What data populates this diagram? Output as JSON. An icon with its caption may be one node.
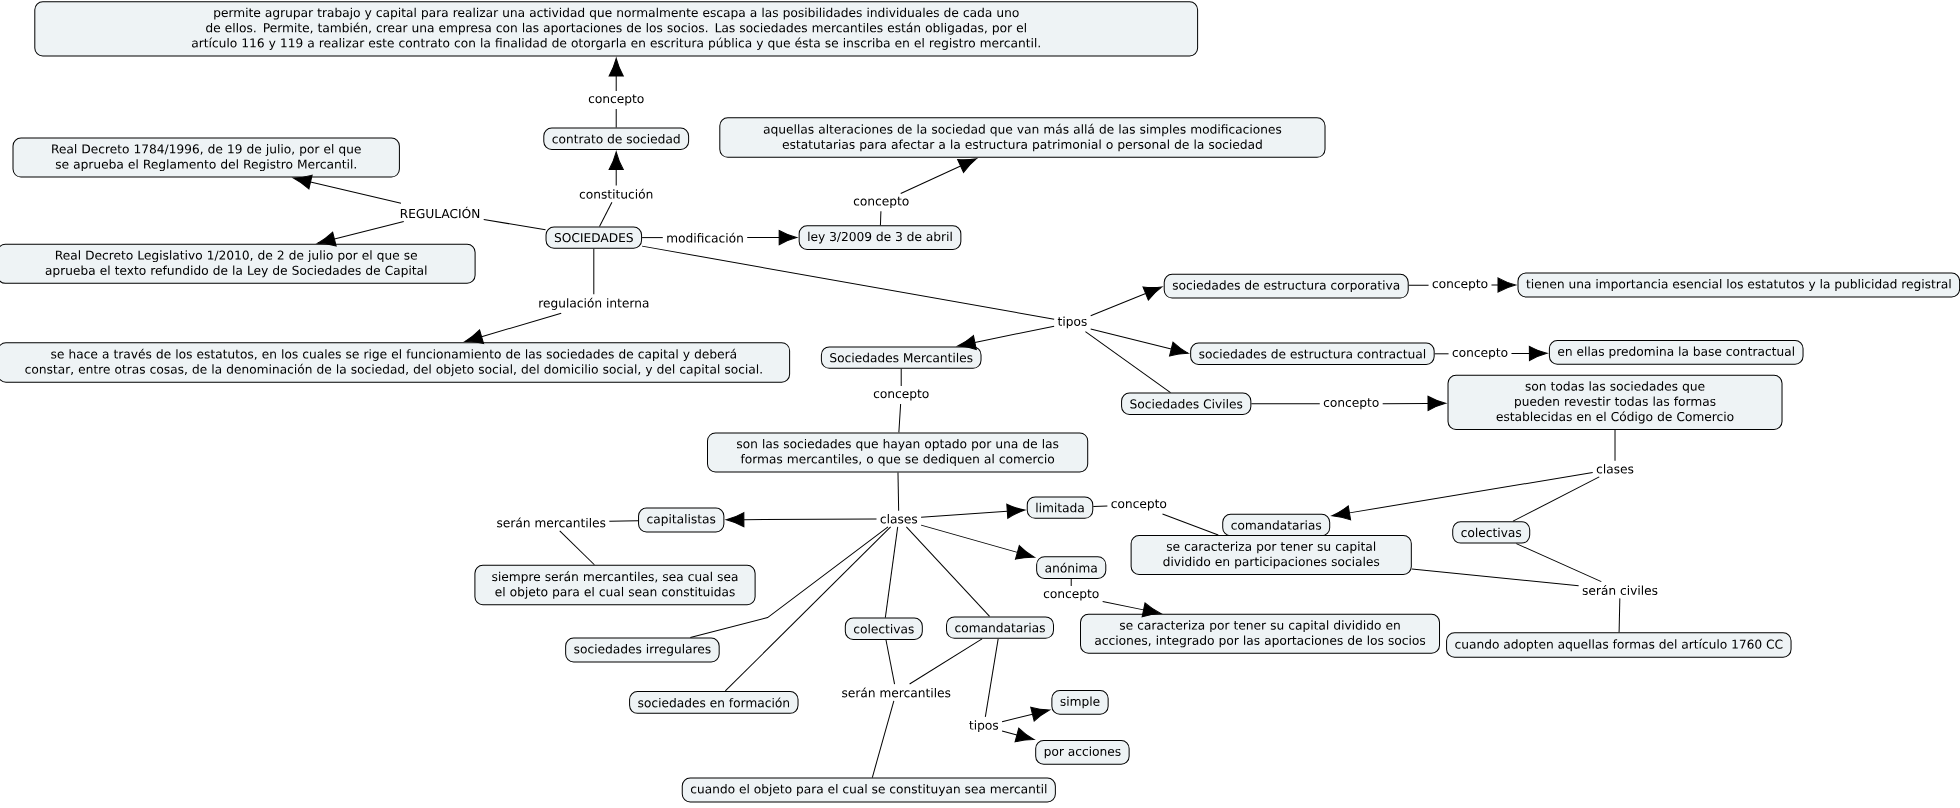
{
  "diagram": {
    "nodes": [
      {
        "text": [
          "permite agrupar trabajo y capital para realizar una actividad que normalmente escapa a las posibilidades individuales de cada uno de ellos. Permite, también, crear una empresa con las aportaciones de los socios. Las sociedades mercantiles están obligadas, por el artículo 116 y 119 a realizar este contrato con la finalidad de otorgarla en escritura pública y que ésta se inscriba en el registro mercantil."
        ]
      },
      {
        "text": [
          "concepto"
        ]
      },
      {
        "text": [
          "contrato de sociedad"
        ]
      },
      {
        "text": [
          "constitución"
        ]
      },
      {
        "text": [
          "SOCIEDADES"
        ]
      },
      {
        "text": [
          "REGULACIÓN"
        ]
      },
      {
        "text": [
          "Real Decreto 1784/1996, de 19 de julio, por el que se aprueba el Reglamento del Registro Mercantil."
        ]
      },
      {
        "text": [
          "Real Decreto Legislativo 1/2010, de 2 de julio por el que se aprueba el texto refundido de la Ley de Sociedades de Capital"
        ]
      },
      {
        "text": [
          "modificación"
        ]
      },
      {
        "text": [
          "ley 3/2009 de 3 de abril"
        ]
      },
      {
        "text": [
          "concepto"
        ]
      },
      {
        "text": [
          "aquellas alteraciones de la sociedad que van más allá de las simples modificaciones estatutarias para afectar a la estructura patrimonial o personal de la sociedad"
        ]
      },
      {
        "text": [
          "regulación interna"
        ]
      },
      {
        "text": [
          "se hace a través de los estatutos, en los cuales se rige el funcionamiento de las sociedades de capital y deberá constar, entre otras cosas, de la denominación de la sociedad, del objeto social, del domicilio social, y del capital social."
        ]
      },
      {
        "text": [
          "tipos"
        ]
      },
      {
        "text": [
          "sociedades de estructura corporativa"
        ]
      },
      {
        "text": [
          "concepto"
        ]
      },
      {
        "text": [
          "tienen una importancia esencial los estatutos y la publicidad registral"
        ]
      },
      {
        "text": [
          "sociedades de estructura contractual"
        ]
      },
      {
        "text": [
          "concepto"
        ]
      },
      {
        "text": [
          "en ellas predomina la base contractual"
        ]
      },
      {
        "text": [
          "Sociedades Mercantiles"
        ]
      },
      {
        "text": [
          "concepto"
        ]
      },
      {
        "text": [
          "son las sociedades que hayan optado por una de las formas mercantiles, o que se dediquen al comercio"
        ]
      },
      {
        "text": [
          "Sociedades Civiles"
        ]
      },
      {
        "text": [
          "concepto"
        ]
      },
      {
        "text": [
          "son todas las sociedades que pueden revestir todas las formas establecidas en el Código de Comercio"
        ]
      },
      {
        "text": [
          "clases"
        ]
      },
      {
        "text": [
          "comandatarias"
        ]
      },
      {
        "text": [
          "colectivas"
        ]
      },
      {
        "text": [
          "serán civiles"
        ]
      },
      {
        "text": [
          "cuando adopten aquellas formas del artículo 1760 CC"
        ]
      },
      {
        "text": [
          "se caracteriza por tener su capital dividido en participaciones sociales"
        ]
      },
      {
        "text": [
          "clases"
        ]
      },
      {
        "text": [
          "capitalistas"
        ]
      },
      {
        "text": [
          "serán mercantiles"
        ]
      },
      {
        "text": [
          "siempre serán mercantiles, sea cual sea el objeto para el cual sean constituidas"
        ]
      },
      {
        "text": [
          "sociedades irregulares"
        ]
      },
      {
        "text": [
          "sociedades en formación"
        ]
      },
      {
        "text": [
          "colectivas"
        ]
      },
      {
        "text": [
          "comandatarias"
        ]
      },
      {
        "text": [
          "serán mercantiles"
        ]
      },
      {
        "text": [
          "cuando el objeto para el cual se constituyan sea mercantil"
        ]
      },
      {
        "text": [
          "tipos"
        ]
      },
      {
        "text": [
          "simple"
        ]
      },
      {
        "text": [
          "por acciones"
        ]
      },
      {
        "text": [
          "limitada"
        ]
      },
      {
        "text": [
          "concepto"
        ]
      },
      {
        "text": [
          "anónima"
        ]
      },
      {
        "text": [
          "concepto"
        ]
      },
      {
        "text": [
          "se caracteriza por tener su capital dividido en acciones, integrado por las aportaciones de los socios"
        ]
      }
    ],
    "edges": [
      {
        "from": 4,
        "to": 3,
        "arrow": "none"
      },
      {
        "from": 3,
        "to": 2,
        "arrow": "to"
      },
      {
        "from": 2,
        "to": 1,
        "arrow": "none"
      },
      {
        "from": 1,
        "to": 0,
        "arrow": "to"
      },
      {
        "from": 4,
        "to": 5,
        "arrow": "none"
      },
      {
        "from": 5,
        "to": 6,
        "arrow": "to"
      },
      {
        "from": 5,
        "to": 7,
        "arrow": "to"
      },
      {
        "from": 4,
        "to": 8,
        "arrow": "none"
      },
      {
        "from": 8,
        "to": 9,
        "arrow": "to"
      },
      {
        "from": 9,
        "to": 10,
        "arrow": "none"
      },
      {
        "from": 10,
        "to": 11,
        "arrow": "to"
      },
      {
        "from": 4,
        "to": 12,
        "arrow": "none"
      },
      {
        "from": 12,
        "to": 13,
        "arrow": "to"
      },
      {
        "from": 4,
        "to": 14,
        "arrow": "none"
      },
      {
        "from": 14,
        "to": 15,
        "arrow": "to"
      },
      {
        "from": 14,
        "to": 18,
        "arrow": "to"
      },
      {
        "from": 14,
        "to": 21,
        "arrow": "to"
      },
      {
        "from": 14,
        "to": 24,
        "arrow": "none"
      },
      {
        "from": 15,
        "to": 16,
        "arrow": "none"
      },
      {
        "from": 16,
        "to": 17,
        "arrow": "to"
      },
      {
        "from": 18,
        "to": 19,
        "arrow": "none"
      },
      {
        "from": 19,
        "to": 20,
        "arrow": "to"
      },
      {
        "from": 24,
        "to": 25,
        "arrow": "none"
      },
      {
        "from": 25,
        "to": 26,
        "arrow": "to"
      },
      {
        "from": 26,
        "to": 27,
        "arrow": "none"
      },
      {
        "from": 27,
        "to": 28,
        "arrow": "to"
      },
      {
        "from": 27,
        "to": 29,
        "arrow": "none"
      },
      {
        "from": 29,
        "to": 30,
        "arrow": "none"
      },
      {
        "from": 32,
        "to": 30,
        "arrow": "none"
      },
      {
        "from": 30,
        "to": 31,
        "arrow": "none"
      },
      {
        "from": 21,
        "to": 22,
        "arrow": "none"
      },
      {
        "from": 22,
        "to": 23,
        "arrow": "none"
      },
      {
        "from": 23,
        "to": 33,
        "arrow": "none"
      },
      {
        "from": 33,
        "to": 34,
        "arrow": "to"
      },
      {
        "from": 33,
        "to": 46,
        "arrow": "to"
      },
      {
        "from": 33,
        "to": 48,
        "arrow": "to"
      },
      {
        "from": 33,
        "to": 37,
        "arrow": "none"
      },
      {
        "from": 33,
        "to": 38,
        "arrow": "none"
      },
      {
        "from": 33,
        "to": 39,
        "arrow": "none"
      },
      {
        "from": 33,
        "to": 40,
        "arrow": "none"
      },
      {
        "from": 34,
        "to": 35,
        "arrow": "none"
      },
      {
        "from": 35,
        "to": 36,
        "arrow": "none"
      },
      {
        "from": 39,
        "to": 41,
        "arrow": "none"
      },
      {
        "from": 40,
        "to": 41,
        "arrow": "none"
      },
      {
        "from": 41,
        "to": 42,
        "arrow": "none"
      },
      {
        "from": 40,
        "to": 43,
        "arrow": "none"
      },
      {
        "from": 43,
        "to": 44,
        "arrow": "to"
      },
      {
        "from": 43,
        "to": 45,
        "arrow": "to"
      },
      {
        "from": 46,
        "to": 47,
        "arrow": "none"
      },
      {
        "from": 47,
        "to": 32,
        "arrow": "none"
      },
      {
        "from": 48,
        "to": 49,
        "arrow": "none"
      },
      {
        "from": 49,
        "to": 50,
        "arrow": "to"
      }
    ]
  }
}
